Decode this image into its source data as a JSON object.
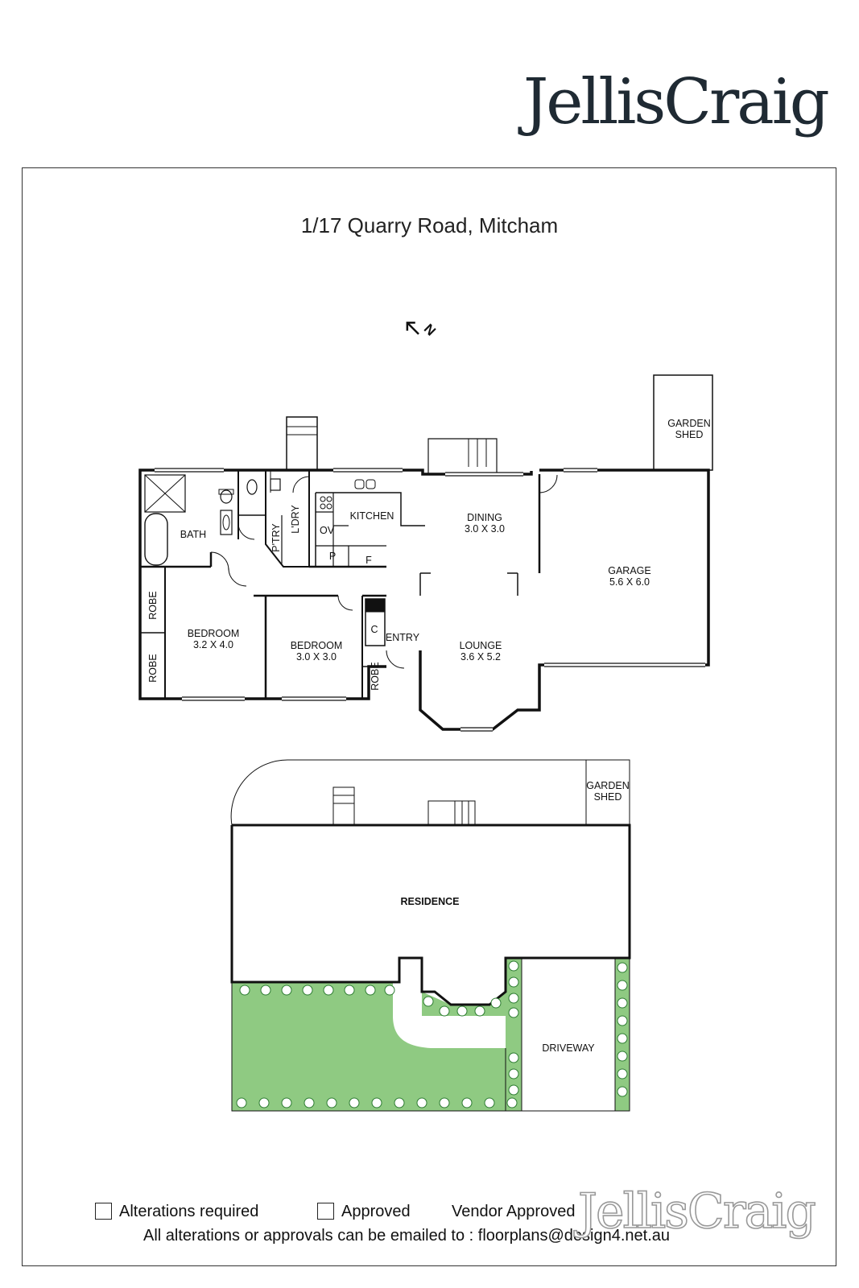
{
  "brand": {
    "name": "JellisCraig",
    "watermark": "JellisCraig"
  },
  "address": "1/17 Quarry Road, Mitcham",
  "north": "N",
  "floorplan": {
    "rooms": [
      {
        "id": "bath",
        "name": "BATH",
        "dims": ""
      },
      {
        "id": "bed1",
        "name": "BEDROOM",
        "dims": "3.2 X 4.0"
      },
      {
        "id": "bed2",
        "name": "BEDROOM",
        "dims": "3.0 X 3.0"
      },
      {
        "id": "kitchen",
        "name": "KITCHEN",
        "dims": ""
      },
      {
        "id": "dining",
        "name": "DINING",
        "dims": "3.0 X 3.0"
      },
      {
        "id": "lounge",
        "name": "LOUNGE",
        "dims": "3.6 X 5.2"
      },
      {
        "id": "garage",
        "name": "GARAGE",
        "dims": "5.6 X 6.0"
      }
    ],
    "labels": {
      "robe": "ROBE",
      "pantry": "P'TRY",
      "laundry": "L'DRY",
      "oven": "OV",
      "p": "P",
      "f": "F",
      "c": "C",
      "entry": "ENTRY",
      "garden": "GARDEN",
      "shed": "SHED"
    }
  },
  "siteplan": {
    "residence": "RESIDENCE",
    "driveway": "DRIVEWAY",
    "garden": "GARDEN",
    "shed": "SHED"
  },
  "colors": {
    "lawn": "#8fca82",
    "tree": "#2e7d32",
    "wall": "#111111"
  },
  "footer": {
    "alterations": "Alterations required",
    "approved": "Approved",
    "vendor": "Vendor Approved",
    "note": "All alterations or approvals can be emailed to : floorplans@design4.net.au"
  }
}
